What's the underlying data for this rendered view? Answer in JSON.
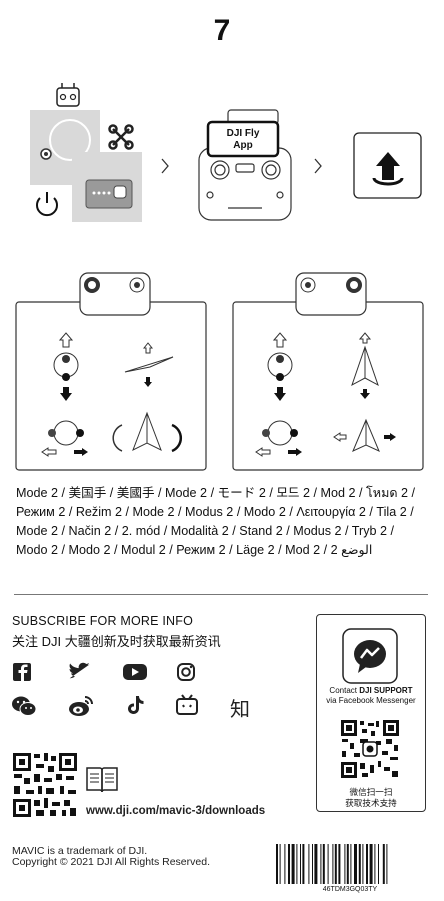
{
  "page_number": "7",
  "step1": {
    "app_label_line1": "DJI Fly",
    "app_label_line2": "App"
  },
  "mode_languages_text": "Mode 2 / 美国手 / 美國手 / Mode 2 / モード 2 / 모드 2 / Mod 2 / โหมด 2 / Режим 2 / Režim 2 / Mode 2 / Modus 2 / Modo 2 / Λειτουργία 2 / Tila 2 / Mode 2 / Način 2 / 2. mód / Modalità 2 / Stand 2 / Modus 2 / Tryb 2 / Modo 2 / Modo 2 / Modul 2 / Режим 2 / Läge 2 / Mod 2 / 2 الوضع",
  "subscribe": {
    "line1": "SUBSCRIBE FOR MORE INFO",
    "line2": "关注 DJI 大疆创新及时获取最新资讯",
    "social_icons": [
      "facebook-icon",
      "twitter-icon",
      "youtube-icon",
      "instagram-icon",
      "wechat-icon",
      "weibo-icon",
      "tiktok-icon",
      "bilibili-icon",
      "zhihu-icon"
    ],
    "zhihu_glyph": "知"
  },
  "support": {
    "contact_prefix": "Contact ",
    "contact_brand": "DJI SUPPORT",
    "contact_line2": "via Facebook Messenger",
    "wechat_line1": "微信扫一扫",
    "wechat_line2": "获取技术支持"
  },
  "downloads_url": "www.dji.com/mavic-3/downloads",
  "footer": {
    "trademark_line1": "MAVIC is a trademark of DJI.",
    "trademark_line2": "Copyright © 2021 DJI All Rights Reserved.",
    "barcode_text": "46TDM3GQ03TY"
  }
}
